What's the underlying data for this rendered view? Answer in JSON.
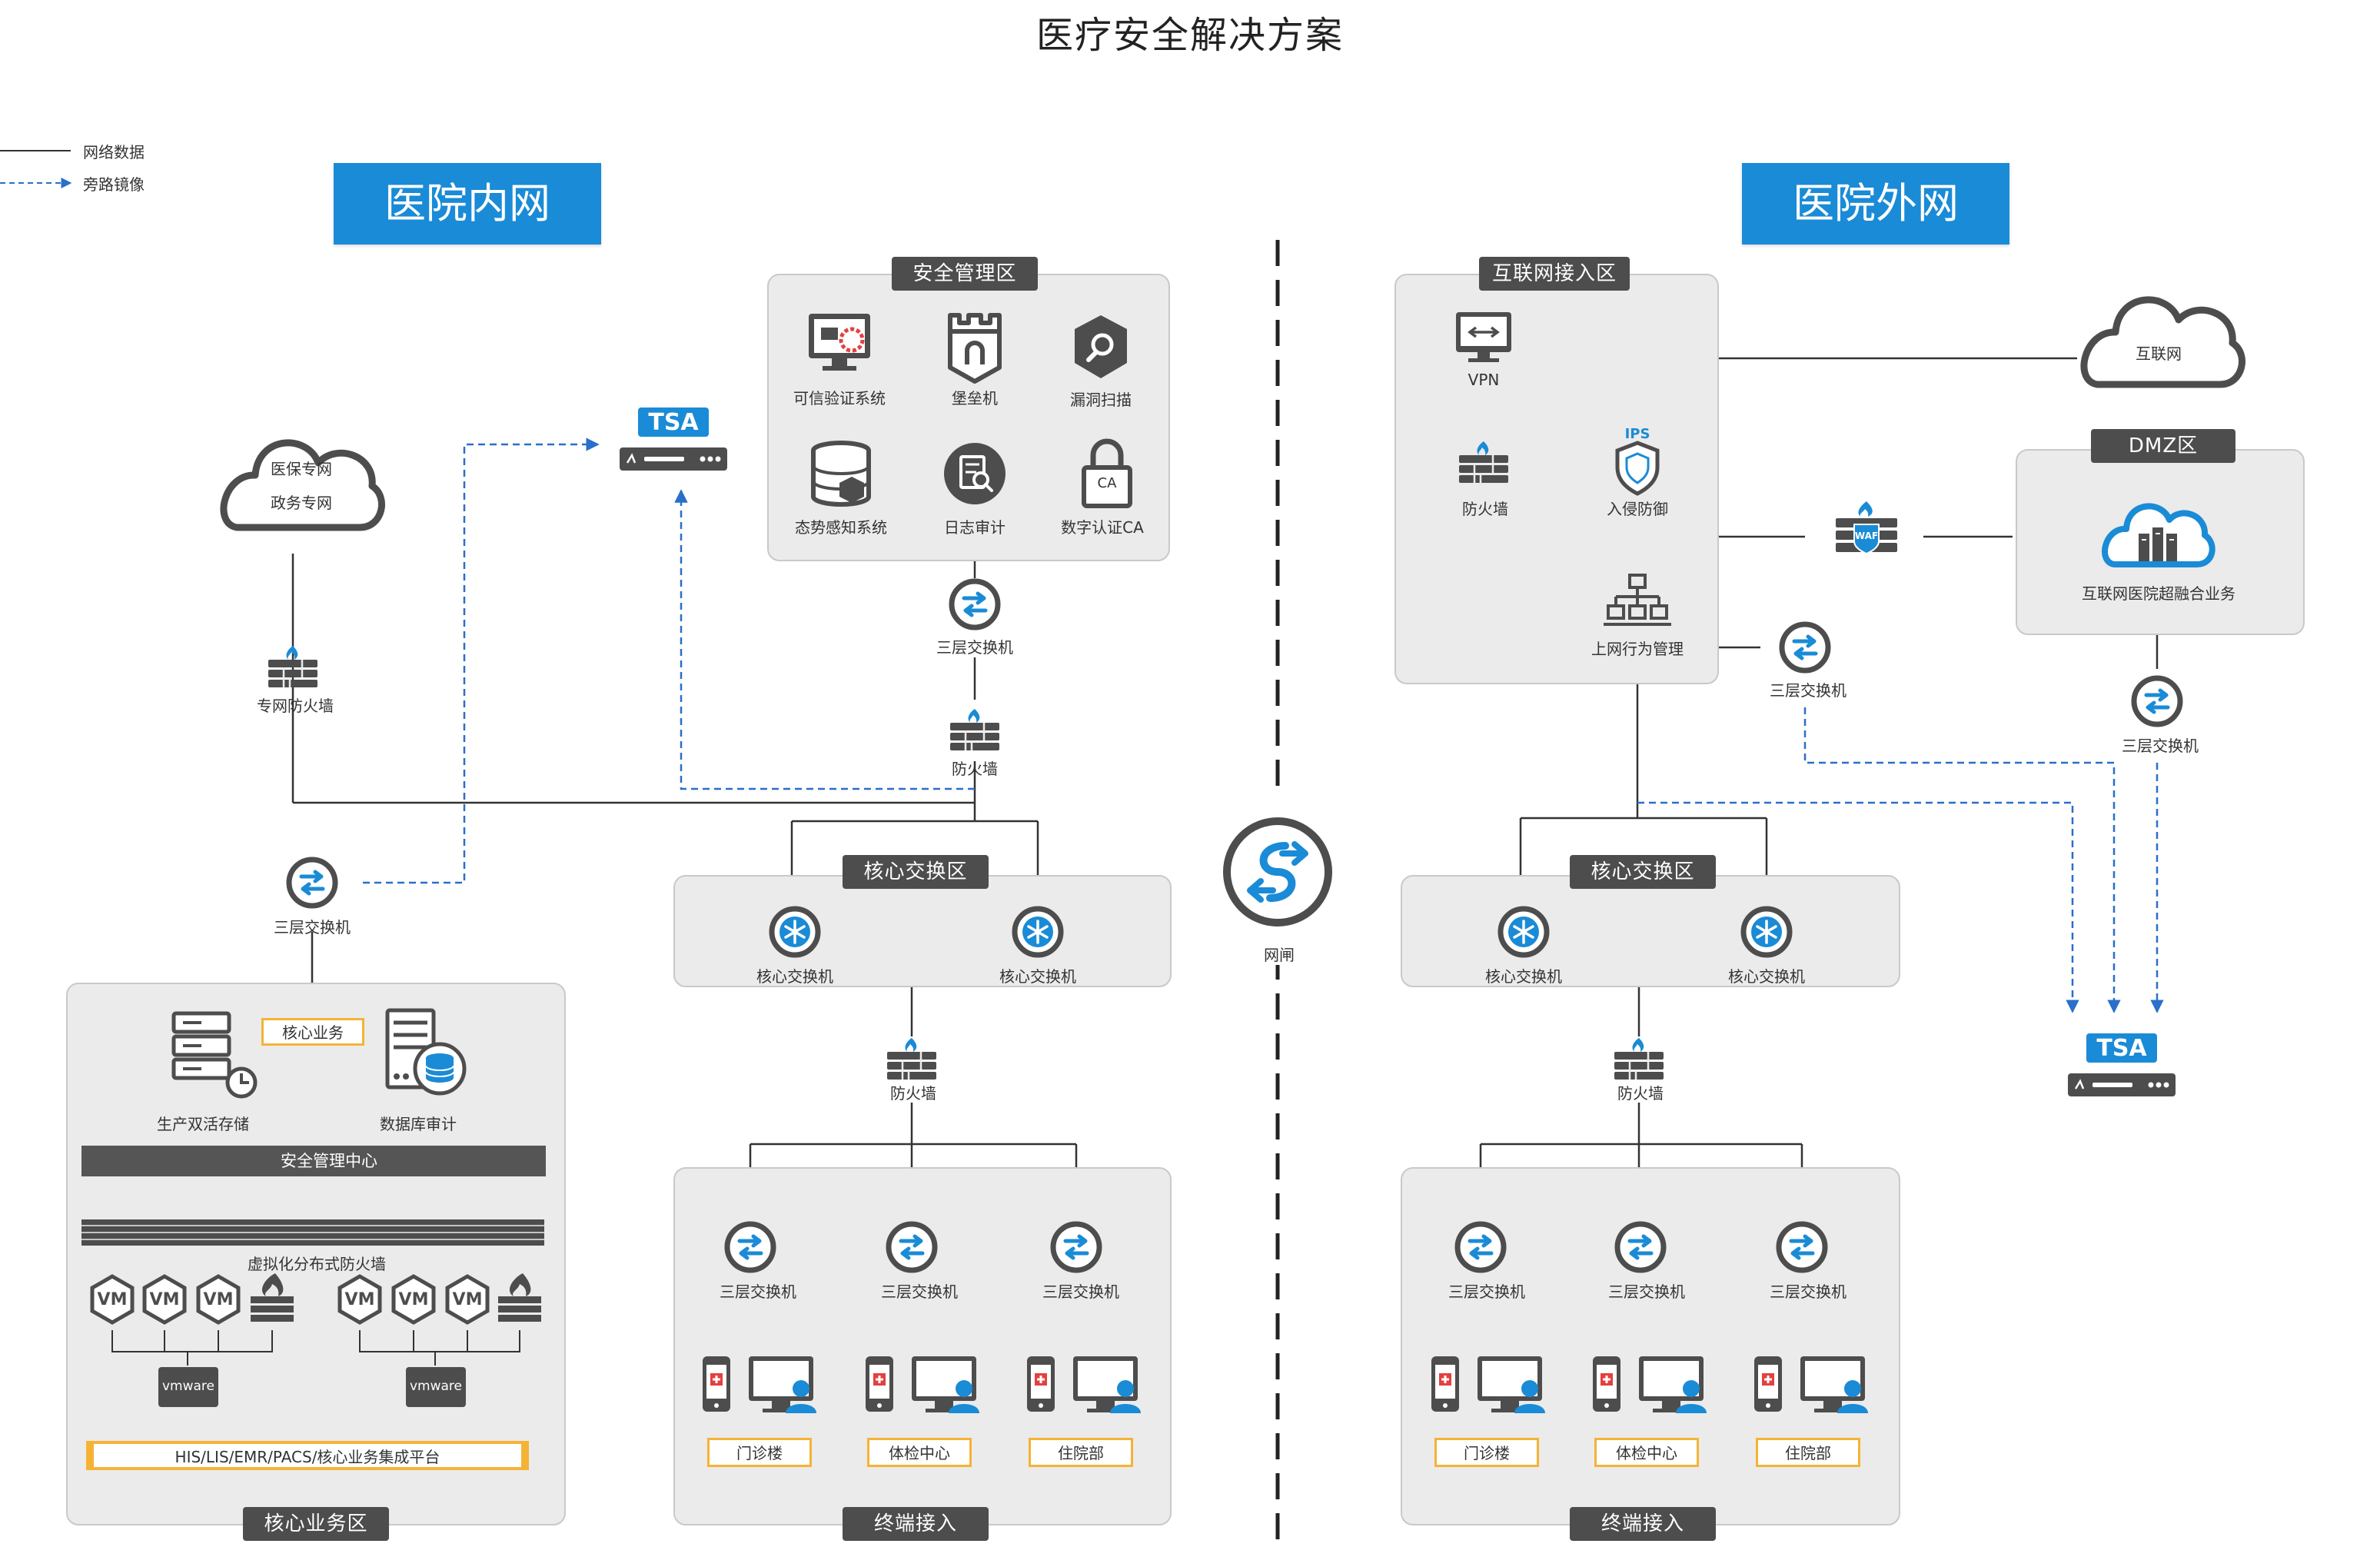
{
  "title": "医疗安全解决方案",
  "legend": {
    "solid": "网络数据",
    "dashed": "旁路镜像"
  },
  "banners": {
    "inner": "医院内网",
    "outer": "医院外网"
  },
  "zones": {
    "security_mgmt": "安全管理区",
    "core_business": "核心业务区",
    "core_switch_left": "核心交换区",
    "terminal_left": "终端接入",
    "internet_access": "互联网接入区",
    "dmz": "DMZ区",
    "core_switch_right": "核心交换区",
    "terminal_right": "终端接入"
  },
  "nodes": {
    "cloud_left_line1": "医保专网",
    "cloud_left_line2": "政务专网",
    "dedicated_firewall": "专网防火墙",
    "l3_switch_left": "三层交换机",
    "tsa": "TSA",
    "trusted_verify": "可信验证系统",
    "bastion": "堡垒机",
    "vuln_scan": "漏洞扫描",
    "situation": "态势感知系统",
    "log_audit": "日志审计",
    "ca": "数字认证CA",
    "ca_badge": "CA",
    "mgmt_l3_switch": "三层交换机",
    "mgmt_firewall": "防火墙",
    "core_switch": "核心交换机",
    "left_firewall": "防火墙",
    "storage": "生产双活存储",
    "core_business_tag": "核心业务",
    "db_audit": "数据库审计",
    "sec_center": "安全管理中心",
    "vfw": "虚拟化分布式防火墙",
    "vm": "VM",
    "vmware": "vmware",
    "his_platform": "HIS/LIS/EMR/PACS/核心业务集成平台",
    "gateway": "网闸",
    "vpn": "VPN",
    "firewall": "防火墙",
    "ips_badge": "IPS",
    "ips": "入侵防御",
    "behavior": "上网行为管理",
    "internet_cloud": "互联网",
    "waf": "WAF",
    "hyper_business": "互联网医院超融合业务",
    "l3_switch": "三层交换机",
    "right_firewall": "防火墙",
    "tsa_right": "TSA"
  },
  "departments": [
    "门诊楼",
    "体检中心",
    "住院部"
  ],
  "colors": {
    "brand_blue": "#1a8bd6",
    "tag_dark": "#4d4d4d",
    "accent_yellow": "#f5b335",
    "zone_bg": "#ebebeb"
  }
}
